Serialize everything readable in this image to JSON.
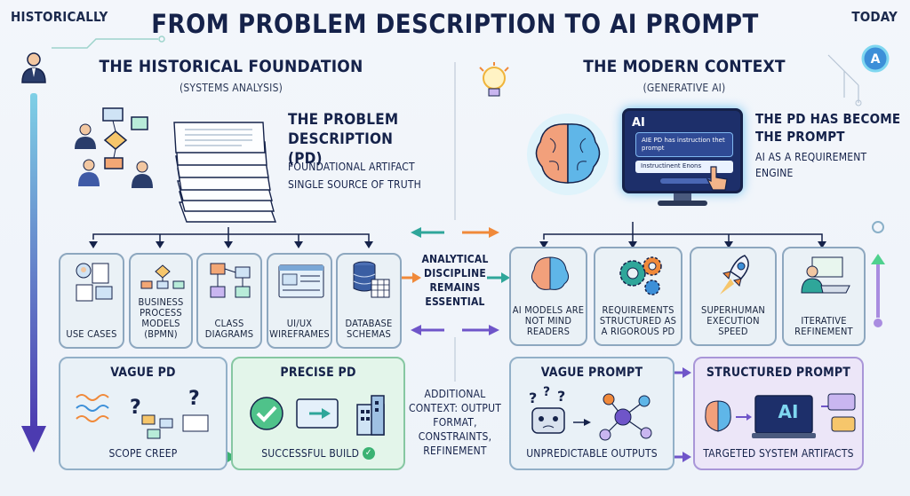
{
  "header": {
    "title": "FROM PROBLEM DESCRIPTION TO AI PROMPT",
    "left_label": "HISTORICALLY",
    "right_label": "TODAY"
  },
  "left": {
    "heading": "THE HISTORICAL FOUNDATION",
    "subheading": "(SYSTEMS ANALYSIS)",
    "pd_title_line1": "THE PROBLEM",
    "pd_title_line2": "DESCRIPTION (PD)",
    "pd_desc_line1": "FOUNDATIONAL ARTIFACT",
    "pd_desc_line2": "SINGLE SOURCE OF TRUTH",
    "cards": [
      {
        "label": "USE CASES"
      },
      {
        "label": "BUSINESS PROCESS MODELS (BPMN)"
      },
      {
        "label": "CLASS DIAGRAMS"
      },
      {
        "label": "UI/UX WIREFRAMES"
      },
      {
        "label": "DATABASE SCHEMAS"
      }
    ],
    "vague": {
      "title": "VAGUE PD",
      "footer": "SCOPE CREEP"
    },
    "precise": {
      "title": "PRECISE PD",
      "footer": "SUCCESSFUL BUILD"
    }
  },
  "right": {
    "heading": "THE MODERN CONTEXT",
    "subheading": "(GENERATIVE AI)",
    "prompt_title_line1": "THE PD HAS BECOME",
    "prompt_title_line2": "THE PROMPT",
    "prompt_desc_line1": "AI AS A REQUIREMENT",
    "prompt_desc_line2": "ENGINE",
    "screen": {
      "ai_label": "AI",
      "chat_text": "AIE PD has instruction thet prompt",
      "field_text": "Instructinent Enons",
      "badge": "A"
    },
    "cards": [
      {
        "label": "AI MODELS ARE NOT MIND READERS"
      },
      {
        "label": "REQUIREMENTS STRUCTURED AS A RIGOROUS PD"
      },
      {
        "label": "SUPERHUMAN EXECUTION SPEED"
      },
      {
        "label": "ITERATIVE REFINEMENT"
      }
    ],
    "vague": {
      "title": "VAGUE PROMPT",
      "footer": "UNPREDICTABLE OUTPUTS"
    },
    "structured": {
      "title": "STRUCTURED PROMPT",
      "footer": "TARGETED SYSTEM ARTIFACTS",
      "ai_label": "AI"
    }
  },
  "center": {
    "discipline": "ANALYTICAL DISCIPLINE REMAINS ESSENTIAL",
    "context": "ADDITIONAL CONTEXT: OUTPUT FORMAT, CONSTRAINTS, REFINEMENT"
  },
  "colors": {
    "navy": "#15224a",
    "teal": "#2fa69a",
    "orange": "#f0893a",
    "purple": "#6f55c9",
    "green": "#3bb273"
  }
}
